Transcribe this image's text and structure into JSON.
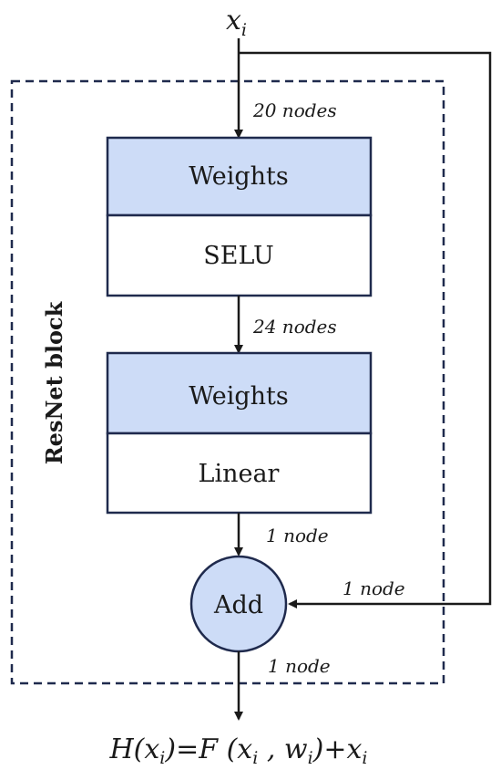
{
  "diagram": {
    "input_label": {
      "main": "x",
      "sub": "i"
    },
    "block_label": "ResNet block",
    "layer1": {
      "weights_label": "Weights",
      "activation_label": "SELU"
    },
    "layer2": {
      "weights_label": "Weights",
      "activation_label": "Linear"
    },
    "add_label": "Add",
    "edge_labels": {
      "input_to_layer1": "20 nodes",
      "layer1_to_layer2": "24 nodes",
      "layer2_to_add": "1 node",
      "skip_to_add": "1 node",
      "add_to_output": "1 node"
    },
    "output_formula": {
      "H": "H(",
      "x1": "x",
      "sub1": "i",
      "eqF": ")=F (",
      "x2": "x",
      "sub2": "i",
      "comma": " , ",
      "w": "w",
      "sub3": "i",
      "plus": ")+",
      "x3": "x",
      "sub4": "i"
    },
    "colors": {
      "weights_fill": "#cddcf7",
      "add_fill": "#cddcf7",
      "stroke": "#1f2a4d",
      "dashed_border": "#1f2a4d",
      "arrow": "#1a1a1a"
    }
  }
}
